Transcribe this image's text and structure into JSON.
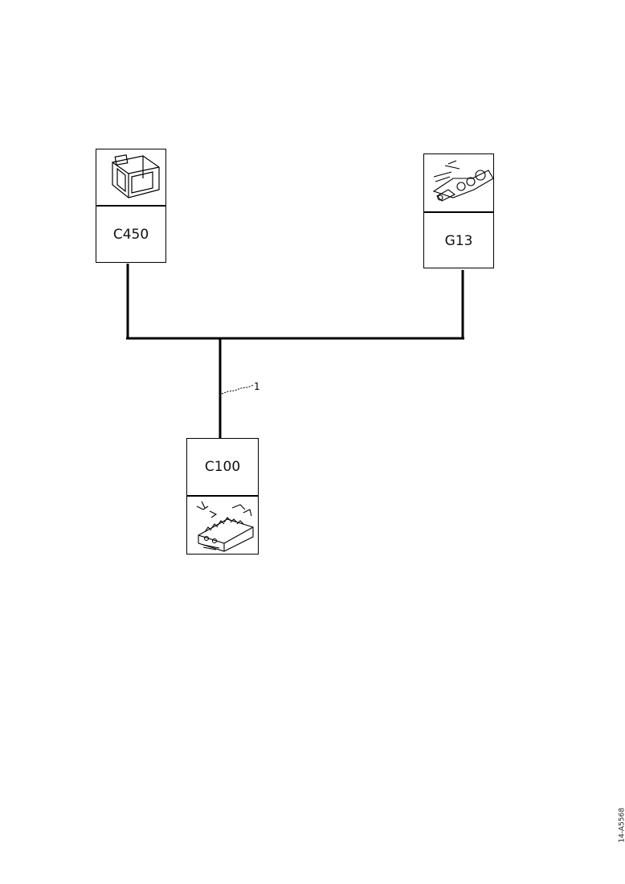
{
  "connectors": {
    "c450": {
      "label": "C450",
      "icon": "connector-block-icon"
    },
    "g13": {
      "label": "G13",
      "icon": "ground-eyelet-connector-icon"
    },
    "c100": {
      "label": "C100",
      "icon": "multi-pin-connector-icon"
    }
  },
  "wire_label": "1",
  "reference_code": "14-A5568"
}
